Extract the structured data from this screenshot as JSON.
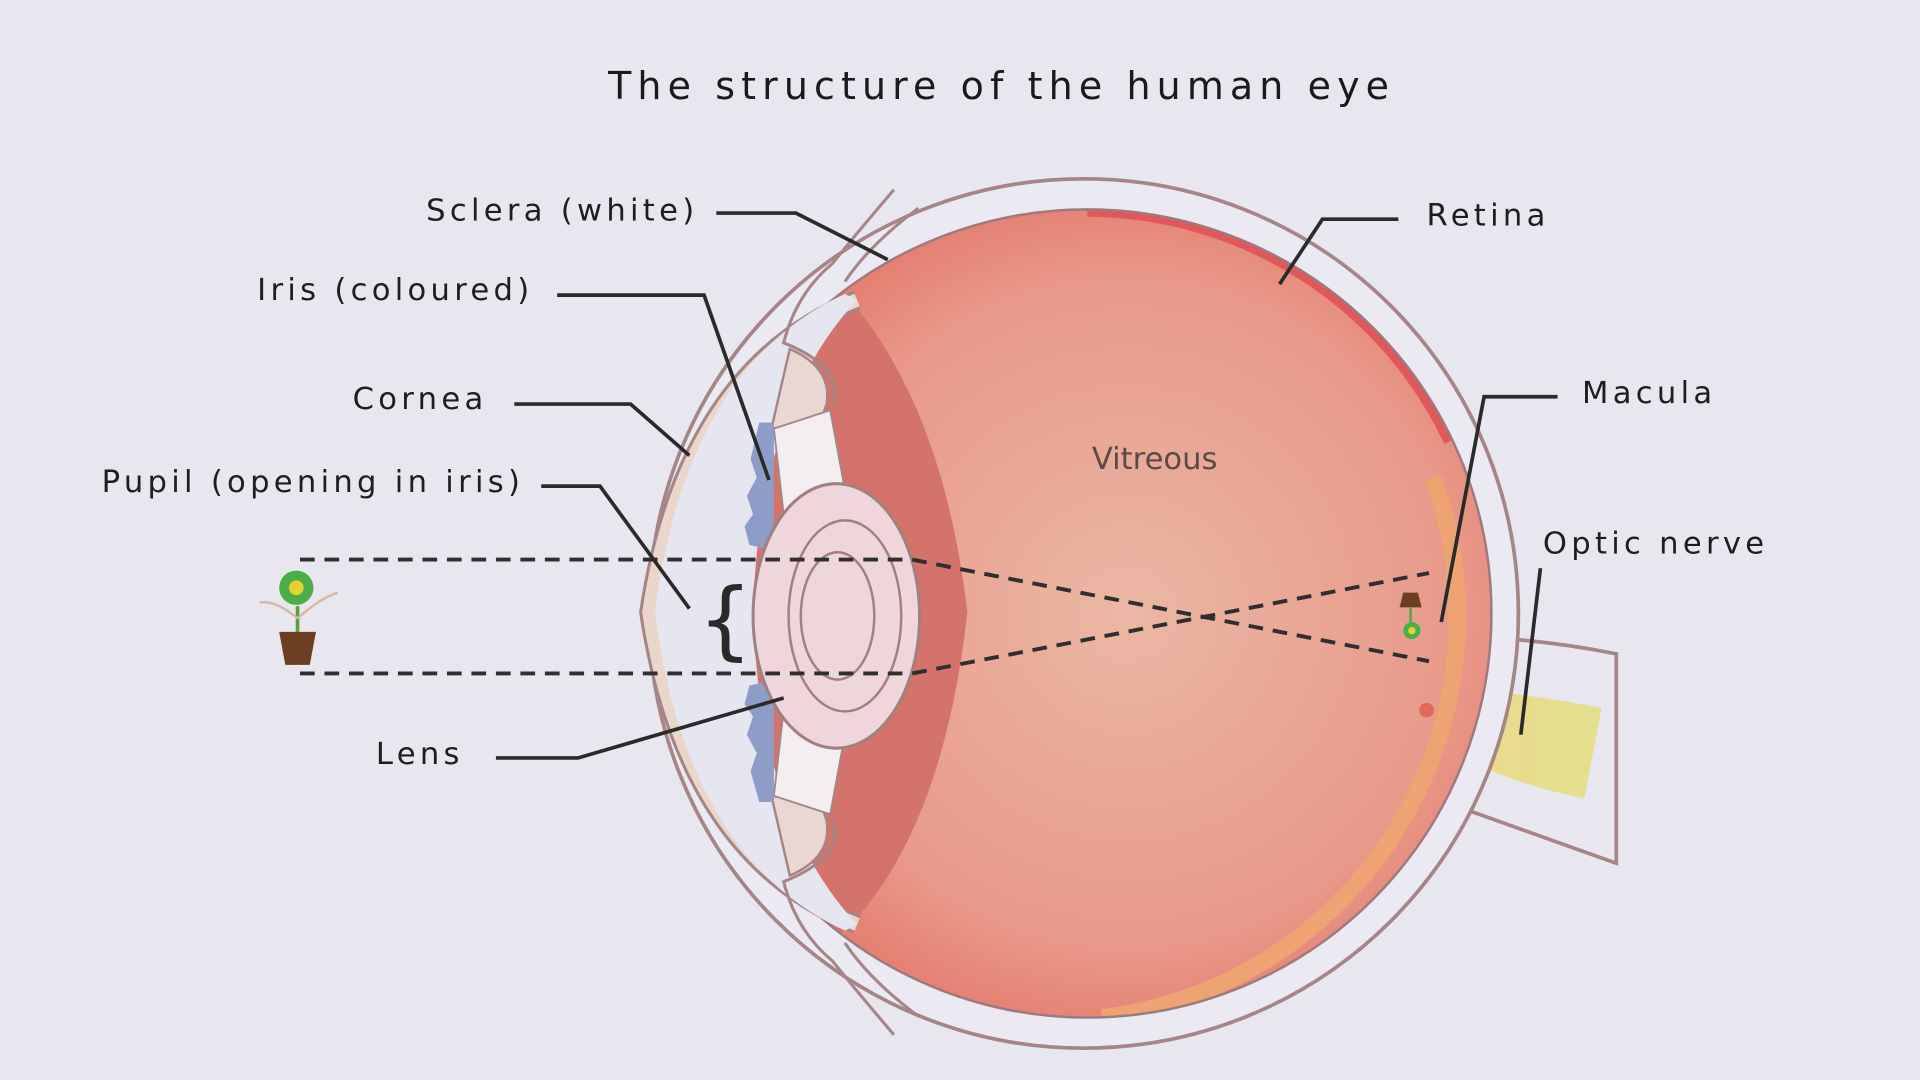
{
  "title": "The structure of the human eye",
  "labels": {
    "sclera": "Sclera (white)",
    "iris": "Iris (coloured)",
    "cornea": "Cornea",
    "pupil": "Pupil (opening in iris)",
    "lens": "Lens",
    "retina": "Retina",
    "macula": "Macula",
    "optic_nerve": "Optic nerve",
    "vitreous": "Vitreous"
  },
  "colors": {
    "background": "#e8e7ef",
    "vitreous_center": "#ebb4a0",
    "vitreous_edge": "#e57f6e",
    "retina": "#e25a58",
    "iris": "#8e9cc8",
    "optic_nerve": "#e6dc8c",
    "lens": "#efd6da"
  }
}
